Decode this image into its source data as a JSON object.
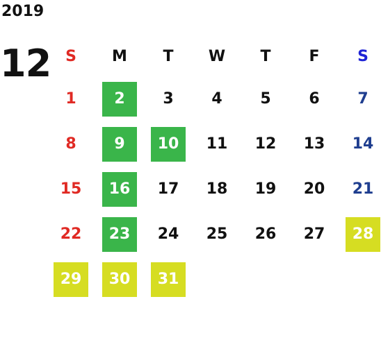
{
  "calendar": {
    "year": "2019",
    "month": "12",
    "weekdays": [
      "S",
      "M",
      "T",
      "W",
      "T",
      "F",
      "S"
    ],
    "weeks": [
      [
        "1",
        "2",
        "3",
        "4",
        "5",
        "6",
        "7"
      ],
      [
        "8",
        "9",
        "10",
        "11",
        "12",
        "13",
        "14"
      ],
      [
        "15",
        "16",
        "17",
        "18",
        "19",
        "20",
        "21"
      ],
      [
        "22",
        "23",
        "24",
        "25",
        "26",
        "27",
        "28"
      ],
      [
        "29",
        "30",
        "31",
        "",
        "",
        "",
        ""
      ]
    ],
    "highlight_colors": {
      "green": "#3ab54a",
      "yellow": "#d6dd22",
      "sunday": "#e02a24",
      "saturday": "#1f3e8f",
      "saturday_header": "#1f24d6"
    }
  }
}
